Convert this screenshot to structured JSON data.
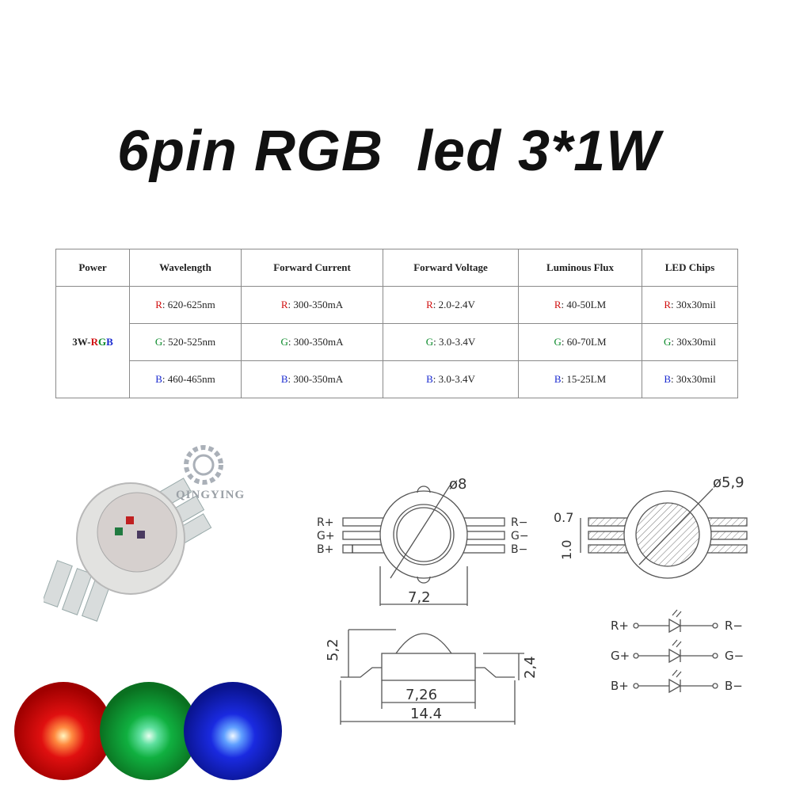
{
  "title": "6pin RGB  led 3*1W",
  "table": {
    "headers": [
      "Power",
      "Wavelength",
      "Forward Current",
      "Forward Voltage",
      "Luminous Flux",
      "LED Chips"
    ],
    "power": {
      "prefix": "3W-",
      "r": "R",
      "g": "G",
      "b": "B"
    },
    "rows": [
      {
        "color": "R",
        "cells": [
          ": 620-625nm",
          ": 300-350mA",
          ": 2.0-2.4V",
          ": 40-50LM",
          ": 30x30mil"
        ]
      },
      {
        "color": "G",
        "cells": [
          ": 520-525nm",
          ": 300-350mA",
          ": 3.0-3.4V",
          ": 60-70LM",
          ": 30x30mil"
        ]
      },
      {
        "color": "B",
        "cells": [
          ": 460-465nm",
          ": 300-350mA",
          ": 3.0-3.4V",
          ": 15-25LM",
          ": 30x30mil"
        ]
      }
    ]
  },
  "watermark": "QINGYING",
  "diagram_top": {
    "diameter": "ø8",
    "width": "7,2",
    "pins_left": [
      "R+",
      "G+",
      "B+"
    ],
    "pins_right": [
      "R−",
      "G−",
      "B−"
    ]
  },
  "diagram_right": {
    "diameter": "ø5,9",
    "dim_a": "0.7",
    "dim_b": "1.0"
  },
  "diagram_side": {
    "height_total": "5,2",
    "height_body": "2,4",
    "width_body": "7,26",
    "width_total": "14.4"
  },
  "schematic": {
    "left": [
      "R+",
      "G+",
      "B+"
    ],
    "right": [
      "R−",
      "G−",
      "B−"
    ]
  },
  "colors": {
    "red": "#d01010",
    "green": "#0a8a2a",
    "blue": "#1a2ad0"
  }
}
